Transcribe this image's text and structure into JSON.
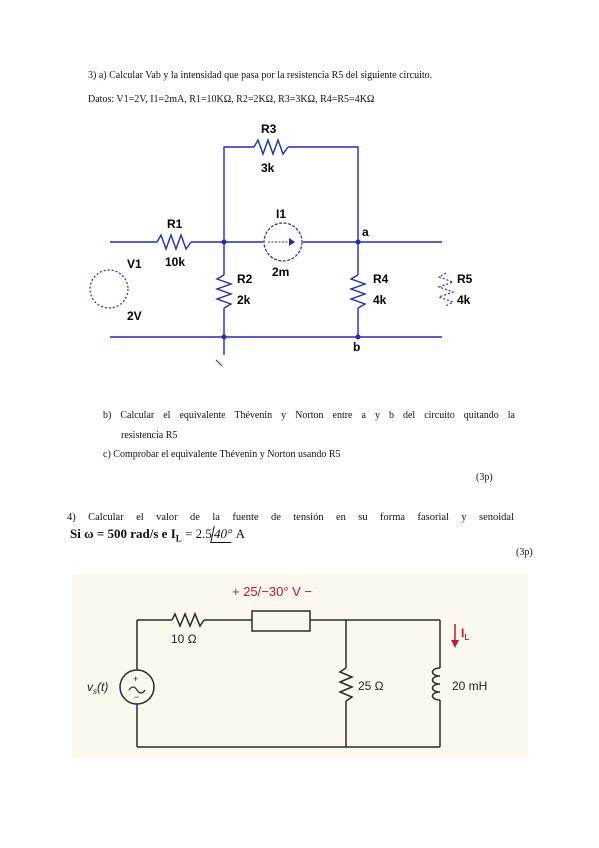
{
  "problem3": {
    "heading": "3)  a) Calcular Vab y la intensidad que pasa por la resistencia R5 del siguiente circuito.",
    "datos": "Datos: V1=2V, I1=2mA, R1=10KΩ, R2=2KΩ, R3=3KΩ, R4=R5=4KΩ",
    "circuit": {
      "r3_name": "R3",
      "r3_value": "3k",
      "r1_name": "R1",
      "r1_value": "10k",
      "i1_name": "I1",
      "i1_value": "2m",
      "v1_name": "V1",
      "v1_value": "2V",
      "r2_name": "R2",
      "r2_value": "2k",
      "r4_name": "R4",
      "r4_value": "4k",
      "r5_name": "R5",
      "r5_value": "4k",
      "node_a": "a",
      "node_b": "b"
    },
    "part_b_line1": "b)   Calcular el equivalente Thévenin y Norton entre a y b del circuito quitando la",
    "part_b_line2": "resistencia R5",
    "part_c": "c)   Comprobar el equivalente Thévenin y Norton usando R5",
    "points": "(3p)"
  },
  "problem4": {
    "line1": "4)  Calcular el valor de la fuente de tensión en su forma fasorial y senoidal",
    "condition": "Si ω = 500 rad/s e I",
    "condition_sub": "L",
    "condition_eq": " = 2.5",
    "condition_angle": "40°",
    "condition_unit": " A",
    "points": "(3p)",
    "circuit": {
      "element_voltage": "+ 25/−30° V −",
      "r1_value": "10 Ω",
      "r2_value": "25 Ω",
      "inductor_value": "20 mH",
      "source_label": "v",
      "source_sub": "s",
      "source_arg": "(t)",
      "current_label": "I",
      "current_sub": "L"
    }
  }
}
